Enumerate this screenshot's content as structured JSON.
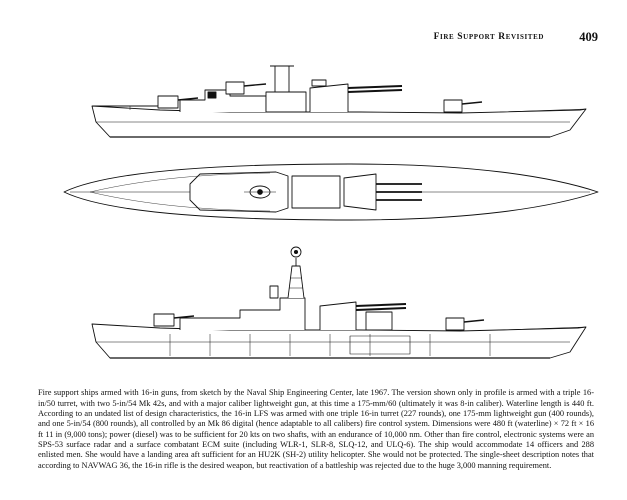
{
  "header": {
    "running_head": "Fire Support Revisited",
    "page_number": "409"
  },
  "figure": {
    "views": [
      "outboard-profile",
      "deck-plan",
      "inboard-profile"
    ]
  },
  "caption": "Fire support ships armed with 16-in guns, from sketch by the Naval Ship Engineering Center, late 1967. The version shown only in profile is armed with a triple 16-in/50 turret, with two 5-in/54 Mk 42s, and with a major caliber lightweight gun, at this time a 175-mm/60 (ultimately it was 8-in caliber). Waterline length is 440 ft. According to an undated list of design characteristics, the 16-in LFS was armed with one triple 16-in turret (227 rounds), one 175-mm lightweight gun (400 rounds), and one 5-in/54 (800 rounds), all controlled by an Mk 86 digital (hence adaptable to all calibers) fire control system. Dimensions were 480 ft (waterline) × 72 ft × 16 ft 11 in (9,000 tons); power (diesel) was to be sufficient for 20 kts on two shafts, with an endurance of 10,000 nm. Other than fire control, electronic systems were an SPS-53 surface radar and a surface combatant ECM suite (including WLR-1, SLR-8, SLQ-12, and ULQ-6). The ship would accommodate 14 officers and 288 enlisted men. She would have a landing area aft sufficient for an HU2K (SH-2) utility helicopter. She would not be protected. The single-sheet description notes that according to NAVWAG 36, the 16-in rifle is the desired weapon, but reactivation of a battleship was rejected due to the huge 3,000 manning requirement."
}
